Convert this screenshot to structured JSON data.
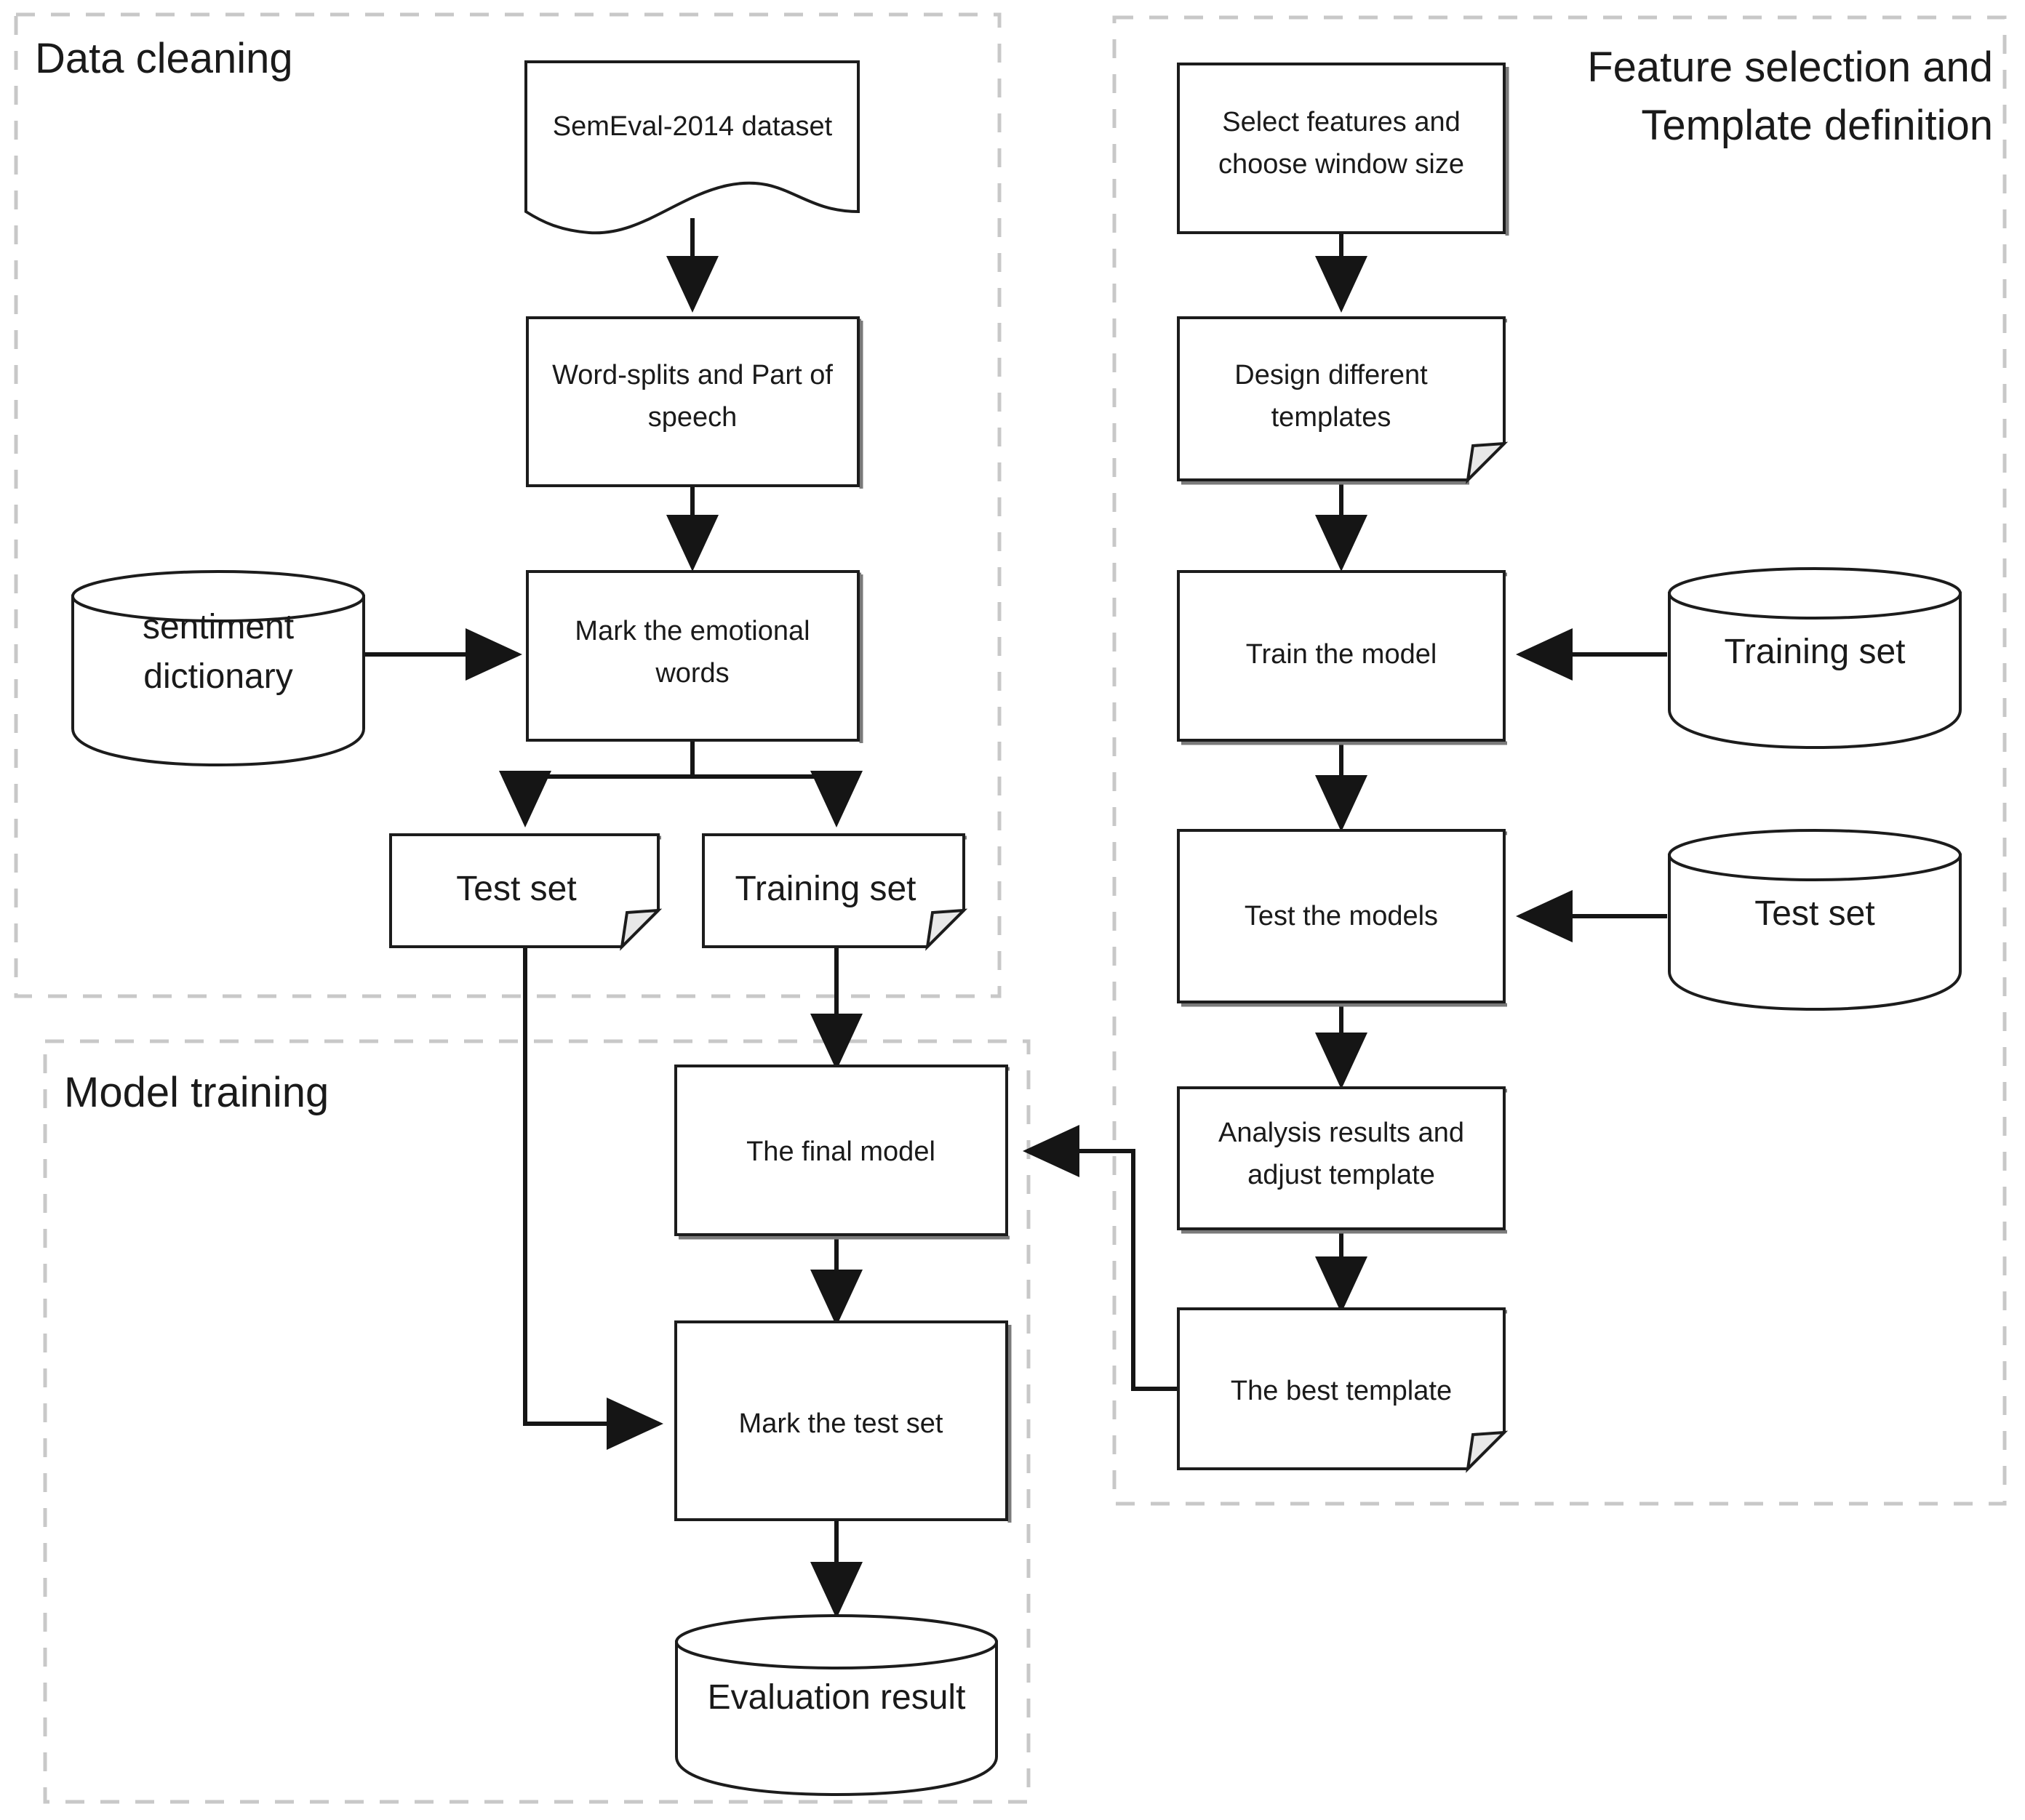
{
  "diagram": {
    "title": "Sentiment analysis pipeline flowchart",
    "groups": [
      {
        "id": "data-cleaning",
        "label": "Data cleaning"
      },
      {
        "id": "feature-selection",
        "label_line1": "Feature selection and",
        "label_line2": "Template definition"
      },
      {
        "id": "model-training",
        "label": "Model training"
      }
    ],
    "nodes": {
      "semeval_dataset": {
        "label": "SemEval-2014 dataset",
        "shape": "document"
      },
      "word_splits": {
        "line1": "Word-splits and Part of",
        "line2": "speech",
        "shape": "process"
      },
      "sentiment_dictionary": {
        "line1": "sentiment",
        "line2": "dictionary",
        "shape": "cylinder"
      },
      "mark_emotional_words": {
        "line1": "Mark the emotional",
        "line2": "words",
        "shape": "process"
      },
      "test_set_left": {
        "label": "Test  set",
        "shape": "note"
      },
      "training_set_left": {
        "label": "Training set",
        "shape": "note"
      },
      "select_features": {
        "line1": "Select  features and",
        "line2": "choose window size",
        "shape": "process"
      },
      "design_templates": {
        "line1": "Design different",
        "line2": "templates",
        "shape": "note"
      },
      "train_the_model": {
        "label": "Train the model",
        "shape": "process"
      },
      "training_set_db": {
        "label": "Training set",
        "shape": "cylinder"
      },
      "test_the_models": {
        "label": "Test the models",
        "shape": "process"
      },
      "test_set_db": {
        "label": "Test set",
        "shape": "cylinder"
      },
      "analysis_results": {
        "line1": "Analysis results and",
        "line2": "adjust template",
        "shape": "process"
      },
      "best_template": {
        "label": "The best template",
        "shape": "note"
      },
      "final_model": {
        "label": "The final model",
        "shape": "process"
      },
      "mark_test_set": {
        "label": "Mark the test set",
        "shape": "process"
      },
      "evaluation_result": {
        "label": "Evaluation result",
        "shape": "cylinder"
      }
    },
    "edges": [
      {
        "from": "semeval_dataset",
        "to": "word_splits"
      },
      {
        "from": "word_splits",
        "to": "mark_emotional_words"
      },
      {
        "from": "sentiment_dictionary",
        "to": "mark_emotional_words"
      },
      {
        "from": "mark_emotional_words",
        "to": "test_set_left"
      },
      {
        "from": "mark_emotional_words",
        "to": "training_set_left"
      },
      {
        "from": "test_set_left",
        "to": "mark_test_set"
      },
      {
        "from": "training_set_left",
        "to": "final_model"
      },
      {
        "from": "select_features",
        "to": "design_templates"
      },
      {
        "from": "design_templates",
        "to": "train_the_model"
      },
      {
        "from": "training_set_db",
        "to": "train_the_model"
      },
      {
        "from": "train_the_model",
        "to": "test_the_models"
      },
      {
        "from": "test_set_db",
        "to": "test_the_models"
      },
      {
        "from": "test_the_models",
        "to": "analysis_results"
      },
      {
        "from": "analysis_results",
        "to": "best_template"
      },
      {
        "from": "best_template",
        "to": "final_model"
      },
      {
        "from": "final_model",
        "to": "mark_test_set"
      },
      {
        "from": "mark_test_set",
        "to": "evaluation_result"
      }
    ],
    "colors": {
      "background": "#ffffff",
      "stroke": "#1c1c1c",
      "group_border": "#c8c8c8",
      "text": "#1a1a1a",
      "fold_fill": "#e8e8e8"
    }
  }
}
